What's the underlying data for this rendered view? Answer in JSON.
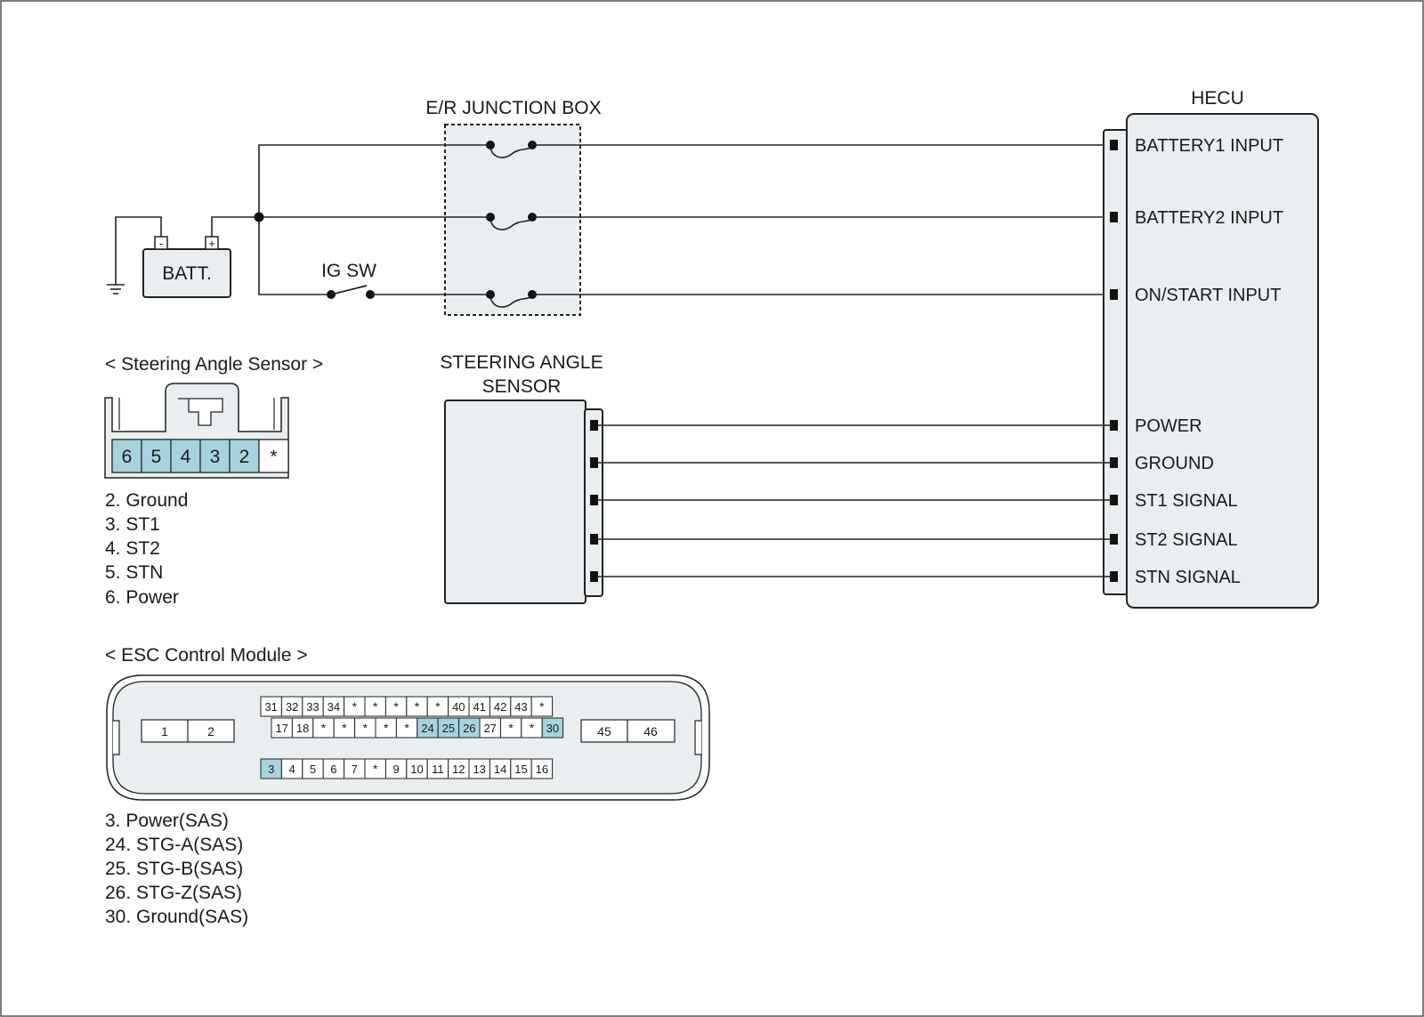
{
  "colors": {
    "module_fill": "#e9eef0",
    "highlight_pin": "#a7d3dc",
    "line": "#222222",
    "background": "#ffffff"
  },
  "junction_box": {
    "title": "E/R JUNCTION BOX"
  },
  "battery": {
    "label": "BATT.",
    "neg": "-",
    "pos": "+"
  },
  "ig_switch": {
    "label": "IG SW"
  },
  "hecu": {
    "title": "HECU",
    "pins": [
      "BATTERY1 INPUT",
      "BATTERY2 INPUT",
      "ON/START INPUT",
      "POWER",
      "GROUND",
      "ST1 SIGNAL",
      "ST2 SIGNAL",
      "STN SIGNAL"
    ]
  },
  "sas_module": {
    "title_line1": "STEERING ANGLE",
    "title_line2": "SENSOR"
  },
  "sas_connector": {
    "title": "< Steering Angle Sensor >",
    "pins": [
      "6",
      "5",
      "4",
      "3",
      "2",
      "*"
    ],
    "legend": [
      "2. Ground",
      "3. ST1",
      "4. ST2",
      "5. STN",
      "6. Power"
    ]
  },
  "esc_connector": {
    "title": "< ESC Control Module >",
    "left_pins": [
      "1",
      "2"
    ],
    "right_pins": [
      "45",
      "46"
    ],
    "row1": [
      "31",
      "32",
      "33",
      "34",
      "*",
      "*",
      "*",
      "*",
      "*",
      "40",
      "41",
      "42",
      "43",
      "*"
    ],
    "row2": [
      "17",
      "18",
      "*",
      "*",
      "*",
      "*",
      "*",
      "24",
      "25",
      "26",
      "27",
      "*",
      "*",
      "30"
    ],
    "row3": [
      "3",
      "4",
      "5",
      "6",
      "7",
      "*",
      "9",
      "10",
      "11",
      "12",
      "13",
      "14",
      "15",
      "16"
    ],
    "highlighted": [
      "3",
      "24",
      "25",
      "26",
      "30"
    ],
    "legend": [
      "3. Power(SAS)",
      "24. STG-A(SAS)",
      "25. STG-B(SAS)",
      "26. STG-Z(SAS)",
      "30. Ground(SAS)"
    ]
  }
}
